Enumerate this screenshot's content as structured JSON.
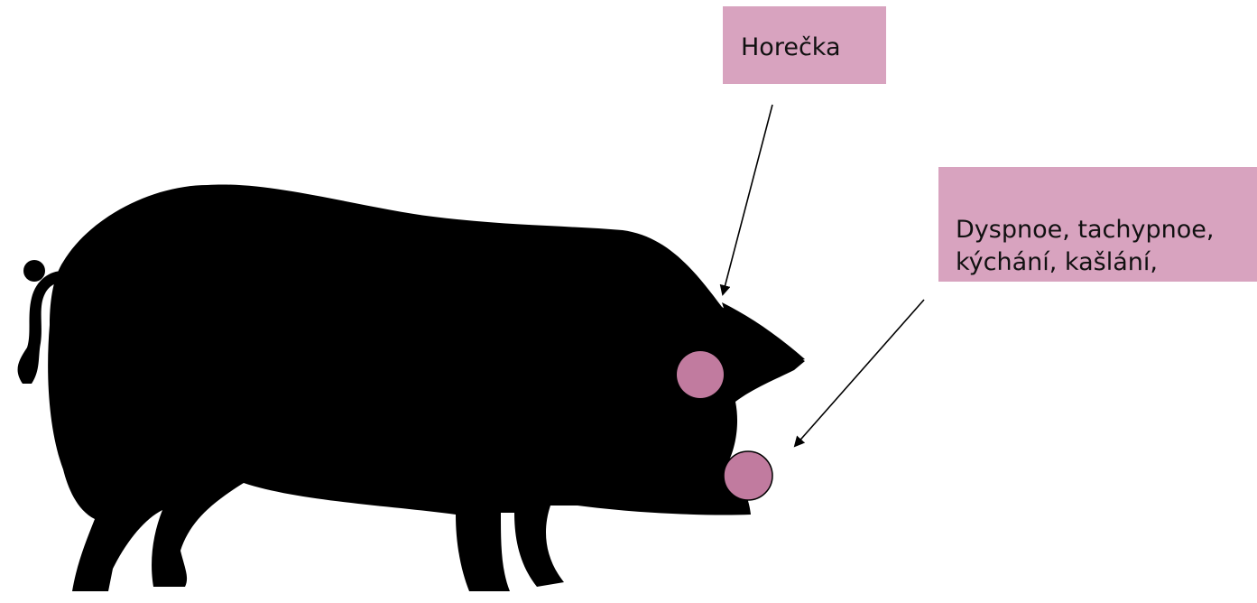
{
  "labels": {
    "fever": "Horečka",
    "respiratory_line1": "Dyspnoe, tachypnoe,",
    "respiratory_line2": "kýchání, kašlání,"
  },
  "colors": {
    "silhouette": "#000000",
    "label_background": "#d8a3bf",
    "marker_fill": "#c17b9f",
    "text": "#111111"
  },
  "icons": {
    "animal": "pig-silhouette-icon",
    "marker": "circle-marker",
    "pointer": "arrow"
  }
}
